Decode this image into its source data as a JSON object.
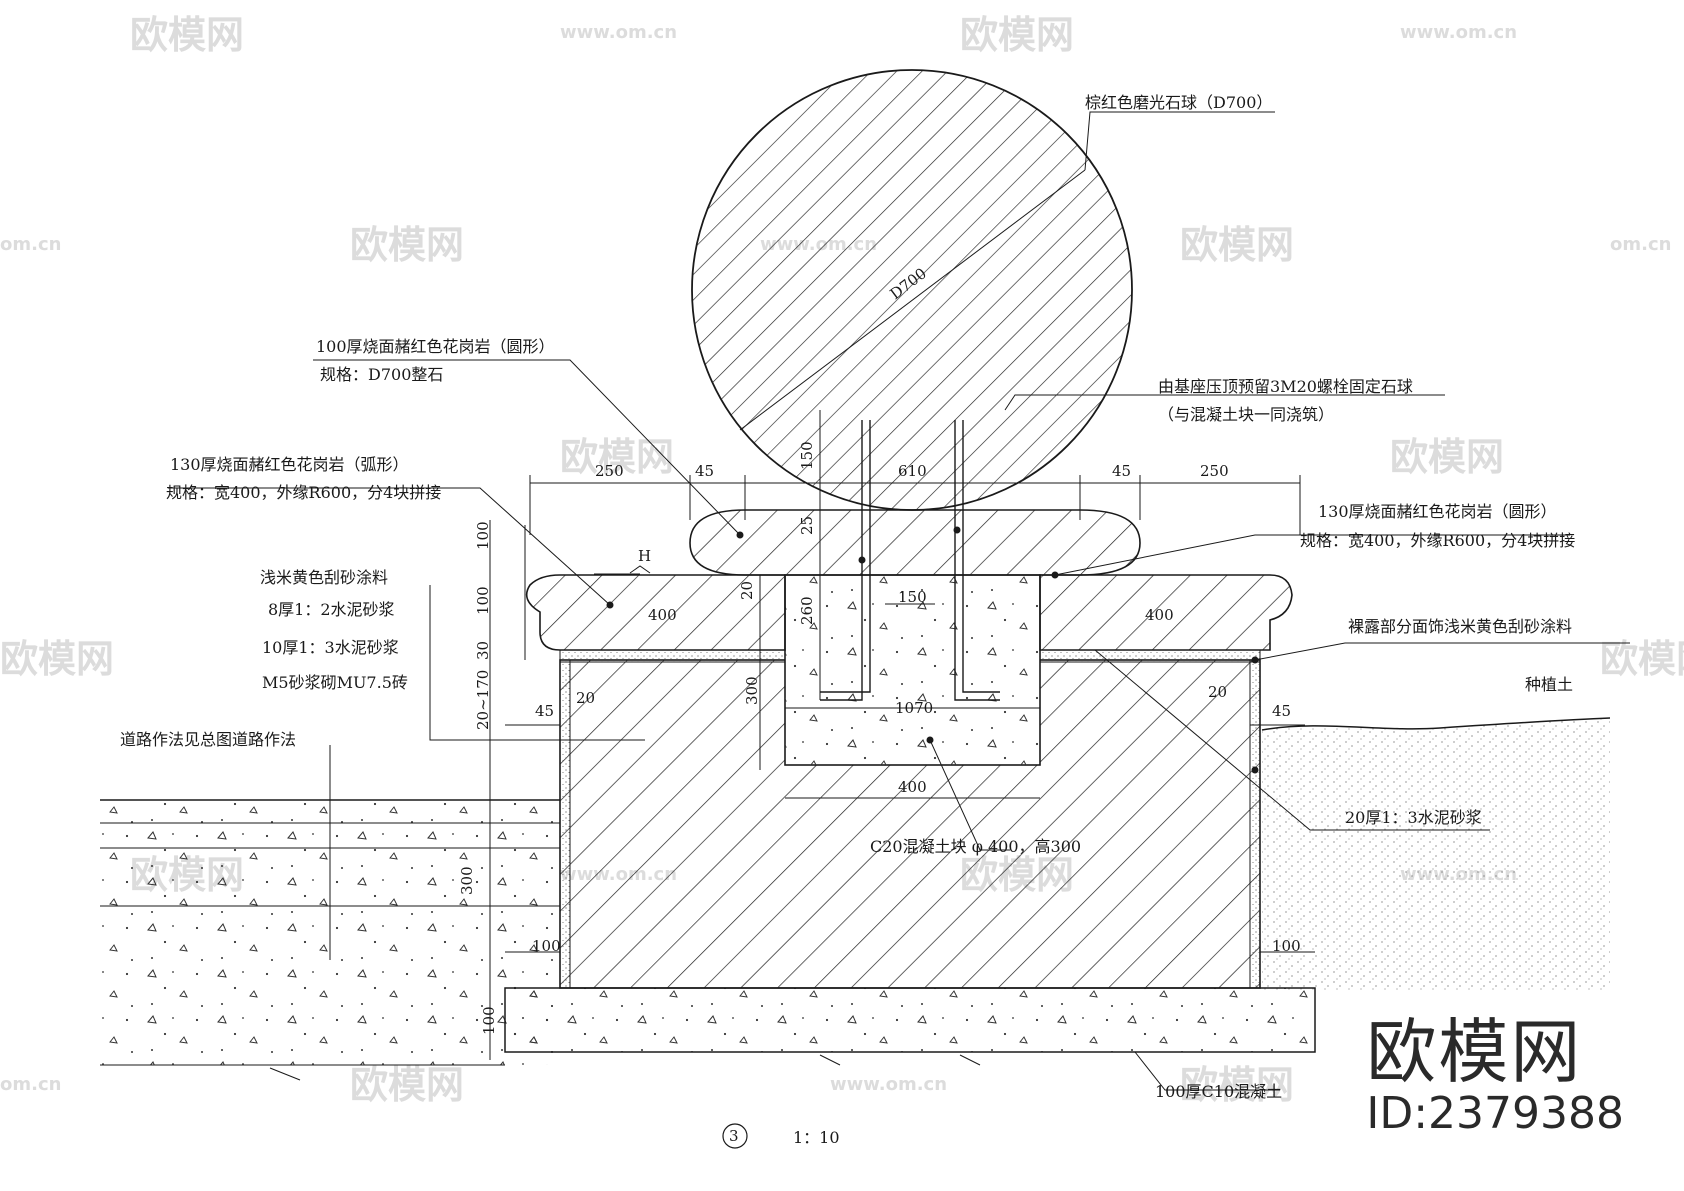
{
  "drawing": {
    "scale_title": "1：10",
    "section_number": "3",
    "brand_name": "欧模网",
    "brand_id": "ID:2379388",
    "watermark_text": "欧模网",
    "watermark_url": "www.om.cn",
    "watermark_url_short": "om.cn"
  },
  "labels": {
    "ball": "棕红色磨光石球（D700）",
    "ball_dia": "D700",
    "top_granite_1": "100厚烧面赭红色花岗岩（圆形）",
    "top_granite_2": "规格：D700整石",
    "bolt_1": "由基座压顶预留3M20螺栓固定石球",
    "bolt_2": "（与混凝土块一同浇筑）",
    "left_granite_1": "130厚烧面赭红色花岗岩（弧形）",
    "left_granite_2": "规格：宽400，外缘R600，分4块拼接",
    "right_granite_1": "130厚烧面赭红色花岗岩（圆形）",
    "right_granite_2": "规格：宽400，外缘R600，分4块拼接",
    "coat": "浅米黄色刮砂涂料",
    "mortar8": "8厚1：2水泥砂浆",
    "mortar10": "10厚1：3水泥砂浆",
    "brick": "M5砂浆砌MU7.5砖",
    "road": "道路作法见总图道路作法",
    "exposed": "裸露部分面饰浅米黄色刮砂涂料",
    "soil": "种植土",
    "mortar20": "20厚1：3水泥砂浆",
    "concrete_block": "C20混凝土块 φ 400，高300",
    "c10": "100厚C10混凝土",
    "level_mark": "H"
  },
  "dimensions": {
    "d250_left": "250",
    "d45_left": "45",
    "d610": "610",
    "d45_right": "45",
    "d250_right": "250",
    "d150_v": "150",
    "d25_v": "25",
    "d100_a": "100",
    "d100_b": "100",
    "d20_v": "20",
    "d260_v": "260",
    "d150_h": "150",
    "d400_left": "400",
    "d400_right": "400",
    "d30_v": "30",
    "d20_170": "20~170",
    "d300_v": "300",
    "d1070": "1070",
    "d45_lower_left": "45",
    "d20_lower_left": "20",
    "d20_lower_right": "20",
    "d45_lower_right": "45",
    "d400_bottom": "400",
    "d300_road": "300",
    "d100_left_foot": "100",
    "d100_right_foot": "100",
    "d100_slab": "100"
  }
}
